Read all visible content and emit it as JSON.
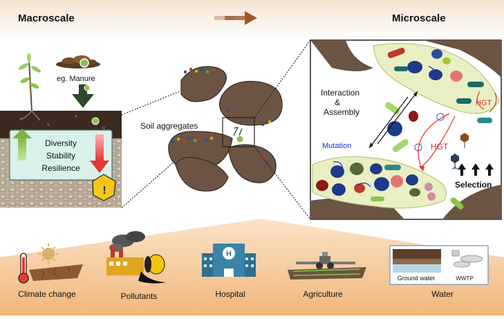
{
  "header": {
    "left_title": "Macroscale",
    "right_title": "Microscale"
  },
  "macro": {
    "manure_label": "eg. Manure",
    "properties": [
      "Diversity",
      "Stability",
      "Resilience"
    ],
    "warning_symbol": "!"
  },
  "aggregates": {
    "label": "Soil aggregates"
  },
  "micro": {
    "interaction_lines": [
      "Interaction",
      "&",
      "Assembly"
    ],
    "mutation_label": "Mutation",
    "hgt_label": "HGT",
    "selection_label": "Selection"
  },
  "drivers": {
    "climate": "Climate change",
    "pollutants": "Pollutants",
    "hospital": "Hospital",
    "agriculture": "Agriculture",
    "water": "Water",
    "ground_water": "Ground water",
    "wwtp": "WWTP"
  },
  "colors": {
    "arrow_brown": "#9a5a2a",
    "soil_dark": "#3a2a20",
    "aggregate": "#6b5443",
    "cell_bg": "#e9efc2",
    "panel_bg": "#9a8675",
    "green_arrow": "#8bc34a",
    "red_arrow": "#e53935",
    "warning_yellow": "#f5c518",
    "hospital_blue": "#2f6f8f",
    "band_orange": "#f6c89a"
  },
  "icons": [
    "virus-icon",
    "thermometer-icon",
    "sun-icon",
    "factory-icon",
    "barrel-icon",
    "hospital-icon",
    "tractor-icon",
    "plant-icon",
    "warning-icon",
    "phage-icon"
  ]
}
